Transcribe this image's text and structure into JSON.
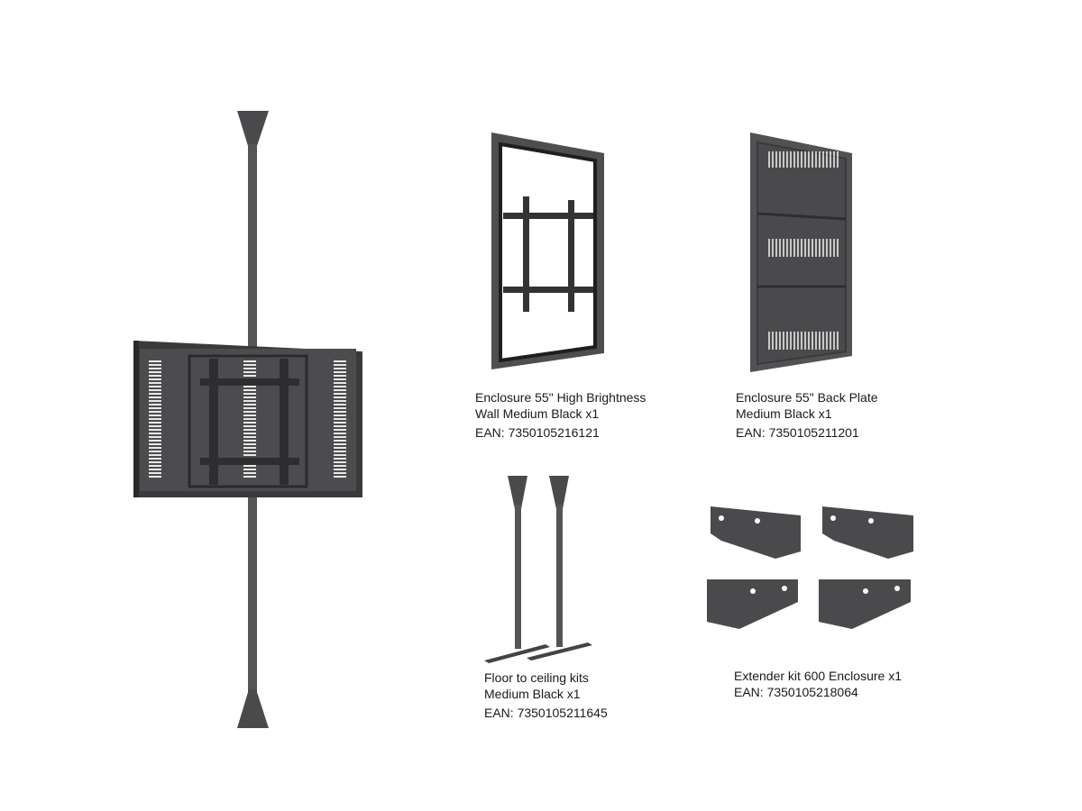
{
  "products": [
    {
      "name_line1": "Enclosure 55\" High Brightness",
      "name_line2": "Wall Medium Black x1",
      "ean": "EAN: 7350105216121"
    },
    {
      "name_line1": "Enclosure 55\" Back Plate",
      "name_line2": "Medium Black x1",
      "ean": "EAN: 7350105211201"
    },
    {
      "name_line1": "Floor to ceiling kits",
      "name_line2": "Medium Black x1",
      "ean": "EAN: 7350105211645"
    },
    {
      "name_line1": "Extender kit 600 Enclosure x1",
      "ean": "EAN: 7350105218064"
    }
  ],
  "colors": {
    "metal": "#4a4a4c",
    "metal_dark": "#2e2e30",
    "metal_light": "#6a6a6c",
    "text": "#1a1a1a"
  }
}
